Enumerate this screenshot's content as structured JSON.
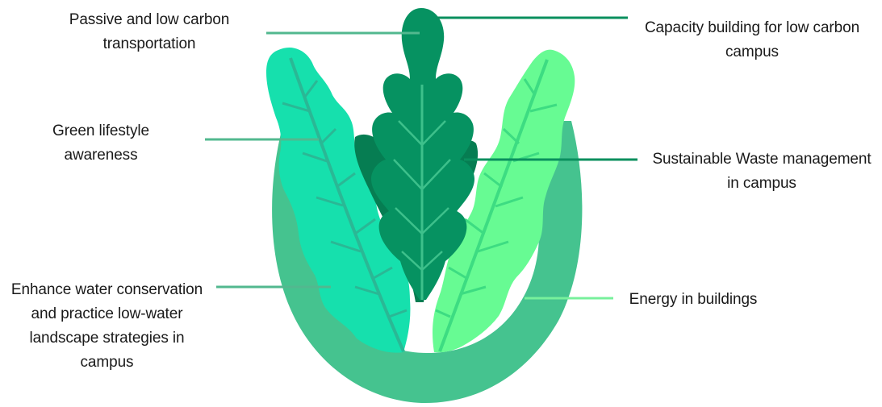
{
  "colors": {
    "bowl": "#45c38f",
    "left_leaf": "#16e0ad",
    "center_leaf": "#069261",
    "center_leaf_back": "#067d52",
    "right_leaf": "#67fb93",
    "leaf_vein_left": "#2ab895",
    "leaf_vein_center": "#3dc08b",
    "leaf_vein_right": "#3ddc82",
    "connector_left": "#52b88f",
    "connector_dark": "#0a8f5e",
    "connector_light": "#78f09c",
    "text": "#1a1a1a"
  },
  "labels": {
    "transport": "Passive and low carbon\ntransportation",
    "lifestyle": "Green lifestyle\nawareness",
    "water": "Enhance water conservation\nand practice low-water\nlandscape strategies in\ncampus",
    "capacity": "Capacity building for low carbon\ncampus",
    "waste": "Sustainable Waste management\nin campus",
    "energy": "Energy in buildings"
  }
}
